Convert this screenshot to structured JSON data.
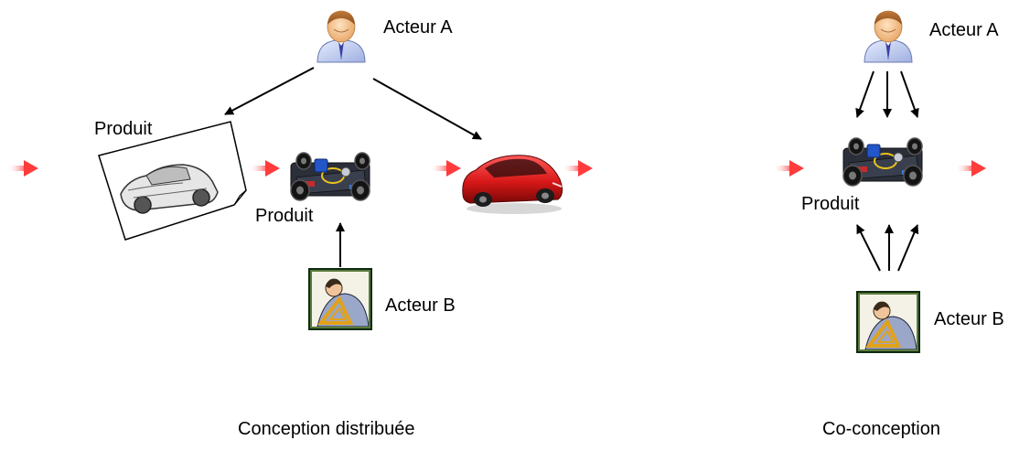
{
  "distributed": {
    "title": "Conception distribuée",
    "actor_a": "Acteur A",
    "actor_b": "Acteur B",
    "product_sketch_label": "Produit",
    "product_chassis_label": "Produit"
  },
  "codesign": {
    "title": "Co-conception",
    "actor_a": "Acteur A",
    "actor_b": "Acteur B",
    "product_label": "Produit"
  },
  "colors": {
    "flow_arrow": "#ff3b3b",
    "car_body": "#d81818",
    "line": "#000000"
  },
  "icons": {
    "actor_a": "person-icon",
    "actor_b": "designer-icon",
    "product_sketch": "car-sketch-icon",
    "product_chassis": "rc-chassis-icon",
    "product_final": "red-car-icon"
  }
}
